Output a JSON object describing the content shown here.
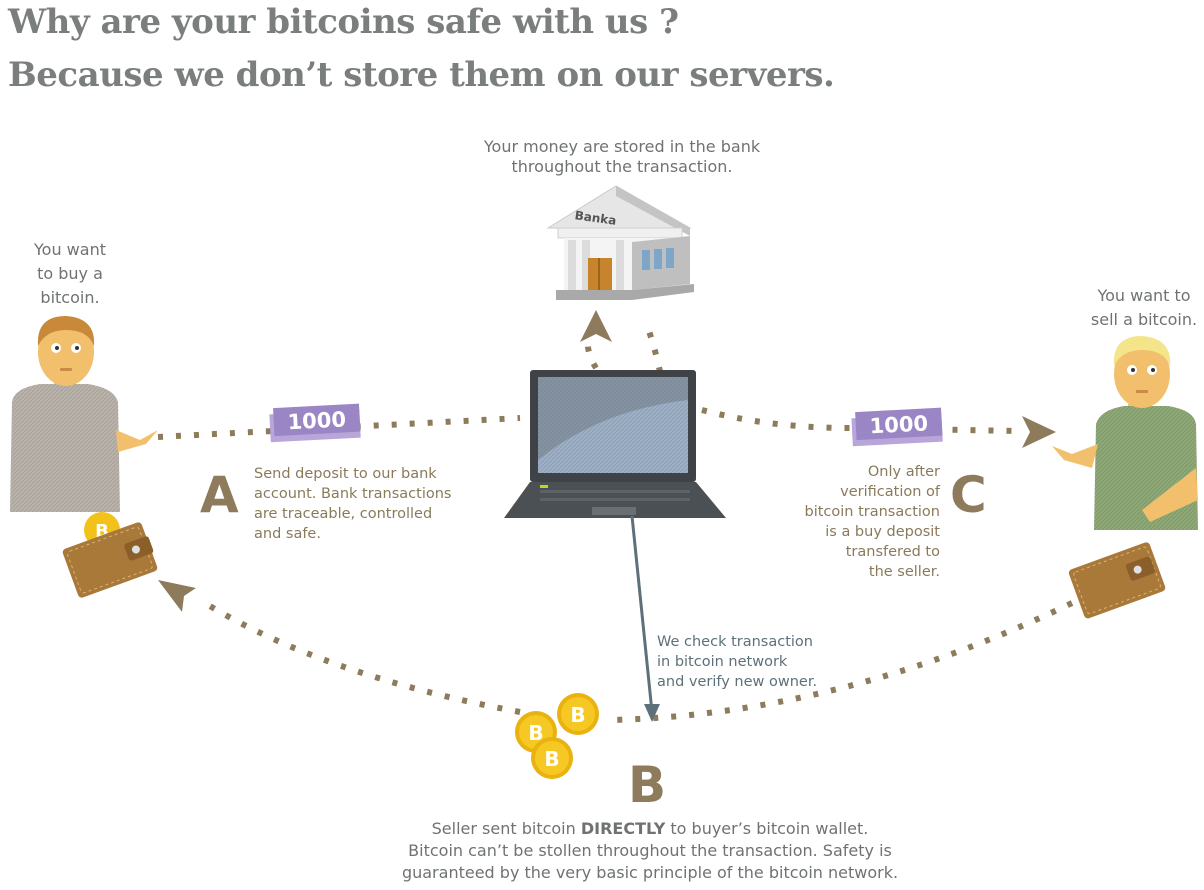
{
  "heading": {
    "line1": "Why are your bitcoins safe with us ?",
    "line2": "Because we don’t store them on our servers."
  },
  "bank": {
    "caption_line1": "Your money are stored in the bank",
    "caption_line2": "throughout the transaction.",
    "sign": "Banka"
  },
  "buyer": {
    "caption_line1": "You want",
    "caption_line2": "to buy a",
    "caption_line3": "bitcoin."
  },
  "seller": {
    "caption_line1": "You want to",
    "caption_line2": "sell a bitcoin."
  },
  "bill_left": "1000",
  "bill_right": "1000",
  "step_a": {
    "letter": "A",
    "line1": "Send deposit to our bank",
    "line2": "account. Bank transactions",
    "line3": "are traceable, controlled",
    "line4": "and safe."
  },
  "step_c": {
    "letter": "C",
    "line1": "Only after",
    "line2": "verification of",
    "line3": "bitcoin transaction",
    "line4": "is a buy deposit",
    "line5": "transfered to",
    "line6": "the seller."
  },
  "network_check": {
    "line1": "We check transaction",
    "line2": "in bitcoin network",
    "line3": "and verify new owner."
  },
  "step_b": {
    "letter": "B",
    "line1_pre": "Seller sent bitcoin ",
    "line1_bold": "DIRECTLY",
    "line1_post": " to buyer’s bitcoin wallet.",
    "line2": "Bitcoin can’t be stollen throughout the transaction. Safety is",
    "line3": "guaranteed by the very basic principle of the bitcoin network."
  },
  "icons": {
    "bitcoin_glyph": "B"
  },
  "colors": {
    "heading": "#7a7e7c",
    "dots": "#8e7b5c",
    "accent_brown": "#8a7a5a",
    "bill": "#9a86c4",
    "coin": "#f2c21a",
    "laptop_line": "#5e7079"
  }
}
